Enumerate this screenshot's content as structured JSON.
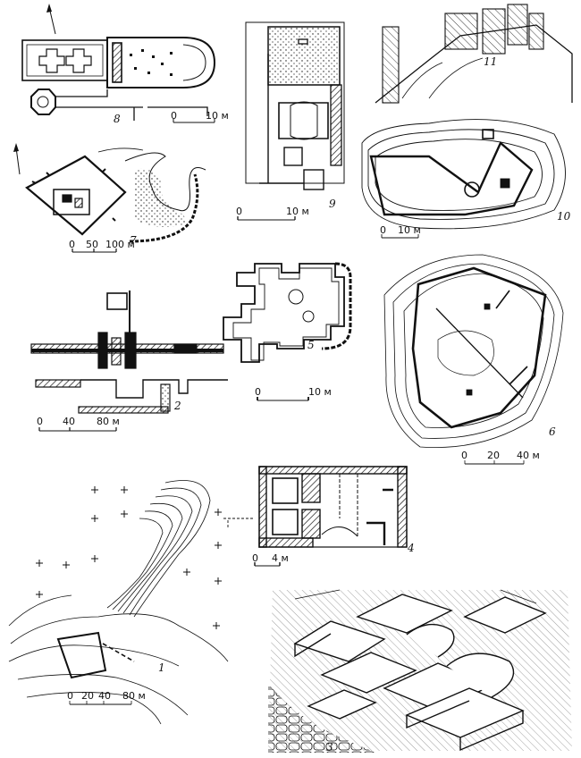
{
  "figures": [
    {
      "number": "1",
      "scale_ticks": [
        "0",
        "20",
        "40",
        "80 м"
      ]
    },
    {
      "number": "2",
      "scale_ticks": [
        "0",
        "40",
        "80 м"
      ]
    },
    {
      "number": "3"
    },
    {
      "number": "4",
      "scale_ticks": [
        "0",
        "4 м"
      ]
    },
    {
      "number": "5",
      "scale_ticks": [
        "0",
        "10 м"
      ]
    },
    {
      "number": "6",
      "scale_ticks": [
        "0",
        "20",
        "40 м"
      ]
    },
    {
      "number": "7",
      "scale_ticks": [
        "0",
        "50",
        "100 м"
      ]
    },
    {
      "number": "8",
      "scale_ticks": [
        "0",
        "10 м"
      ]
    },
    {
      "number": "9",
      "scale_ticks": [
        "0",
        "10 м"
      ]
    },
    {
      "number": "10",
      "scale_ticks": [
        "0",
        "10 м"
      ]
    },
    {
      "number": "11"
    }
  ],
  "colors": {
    "ink": "#111111",
    "paper": "#ffffff"
  }
}
